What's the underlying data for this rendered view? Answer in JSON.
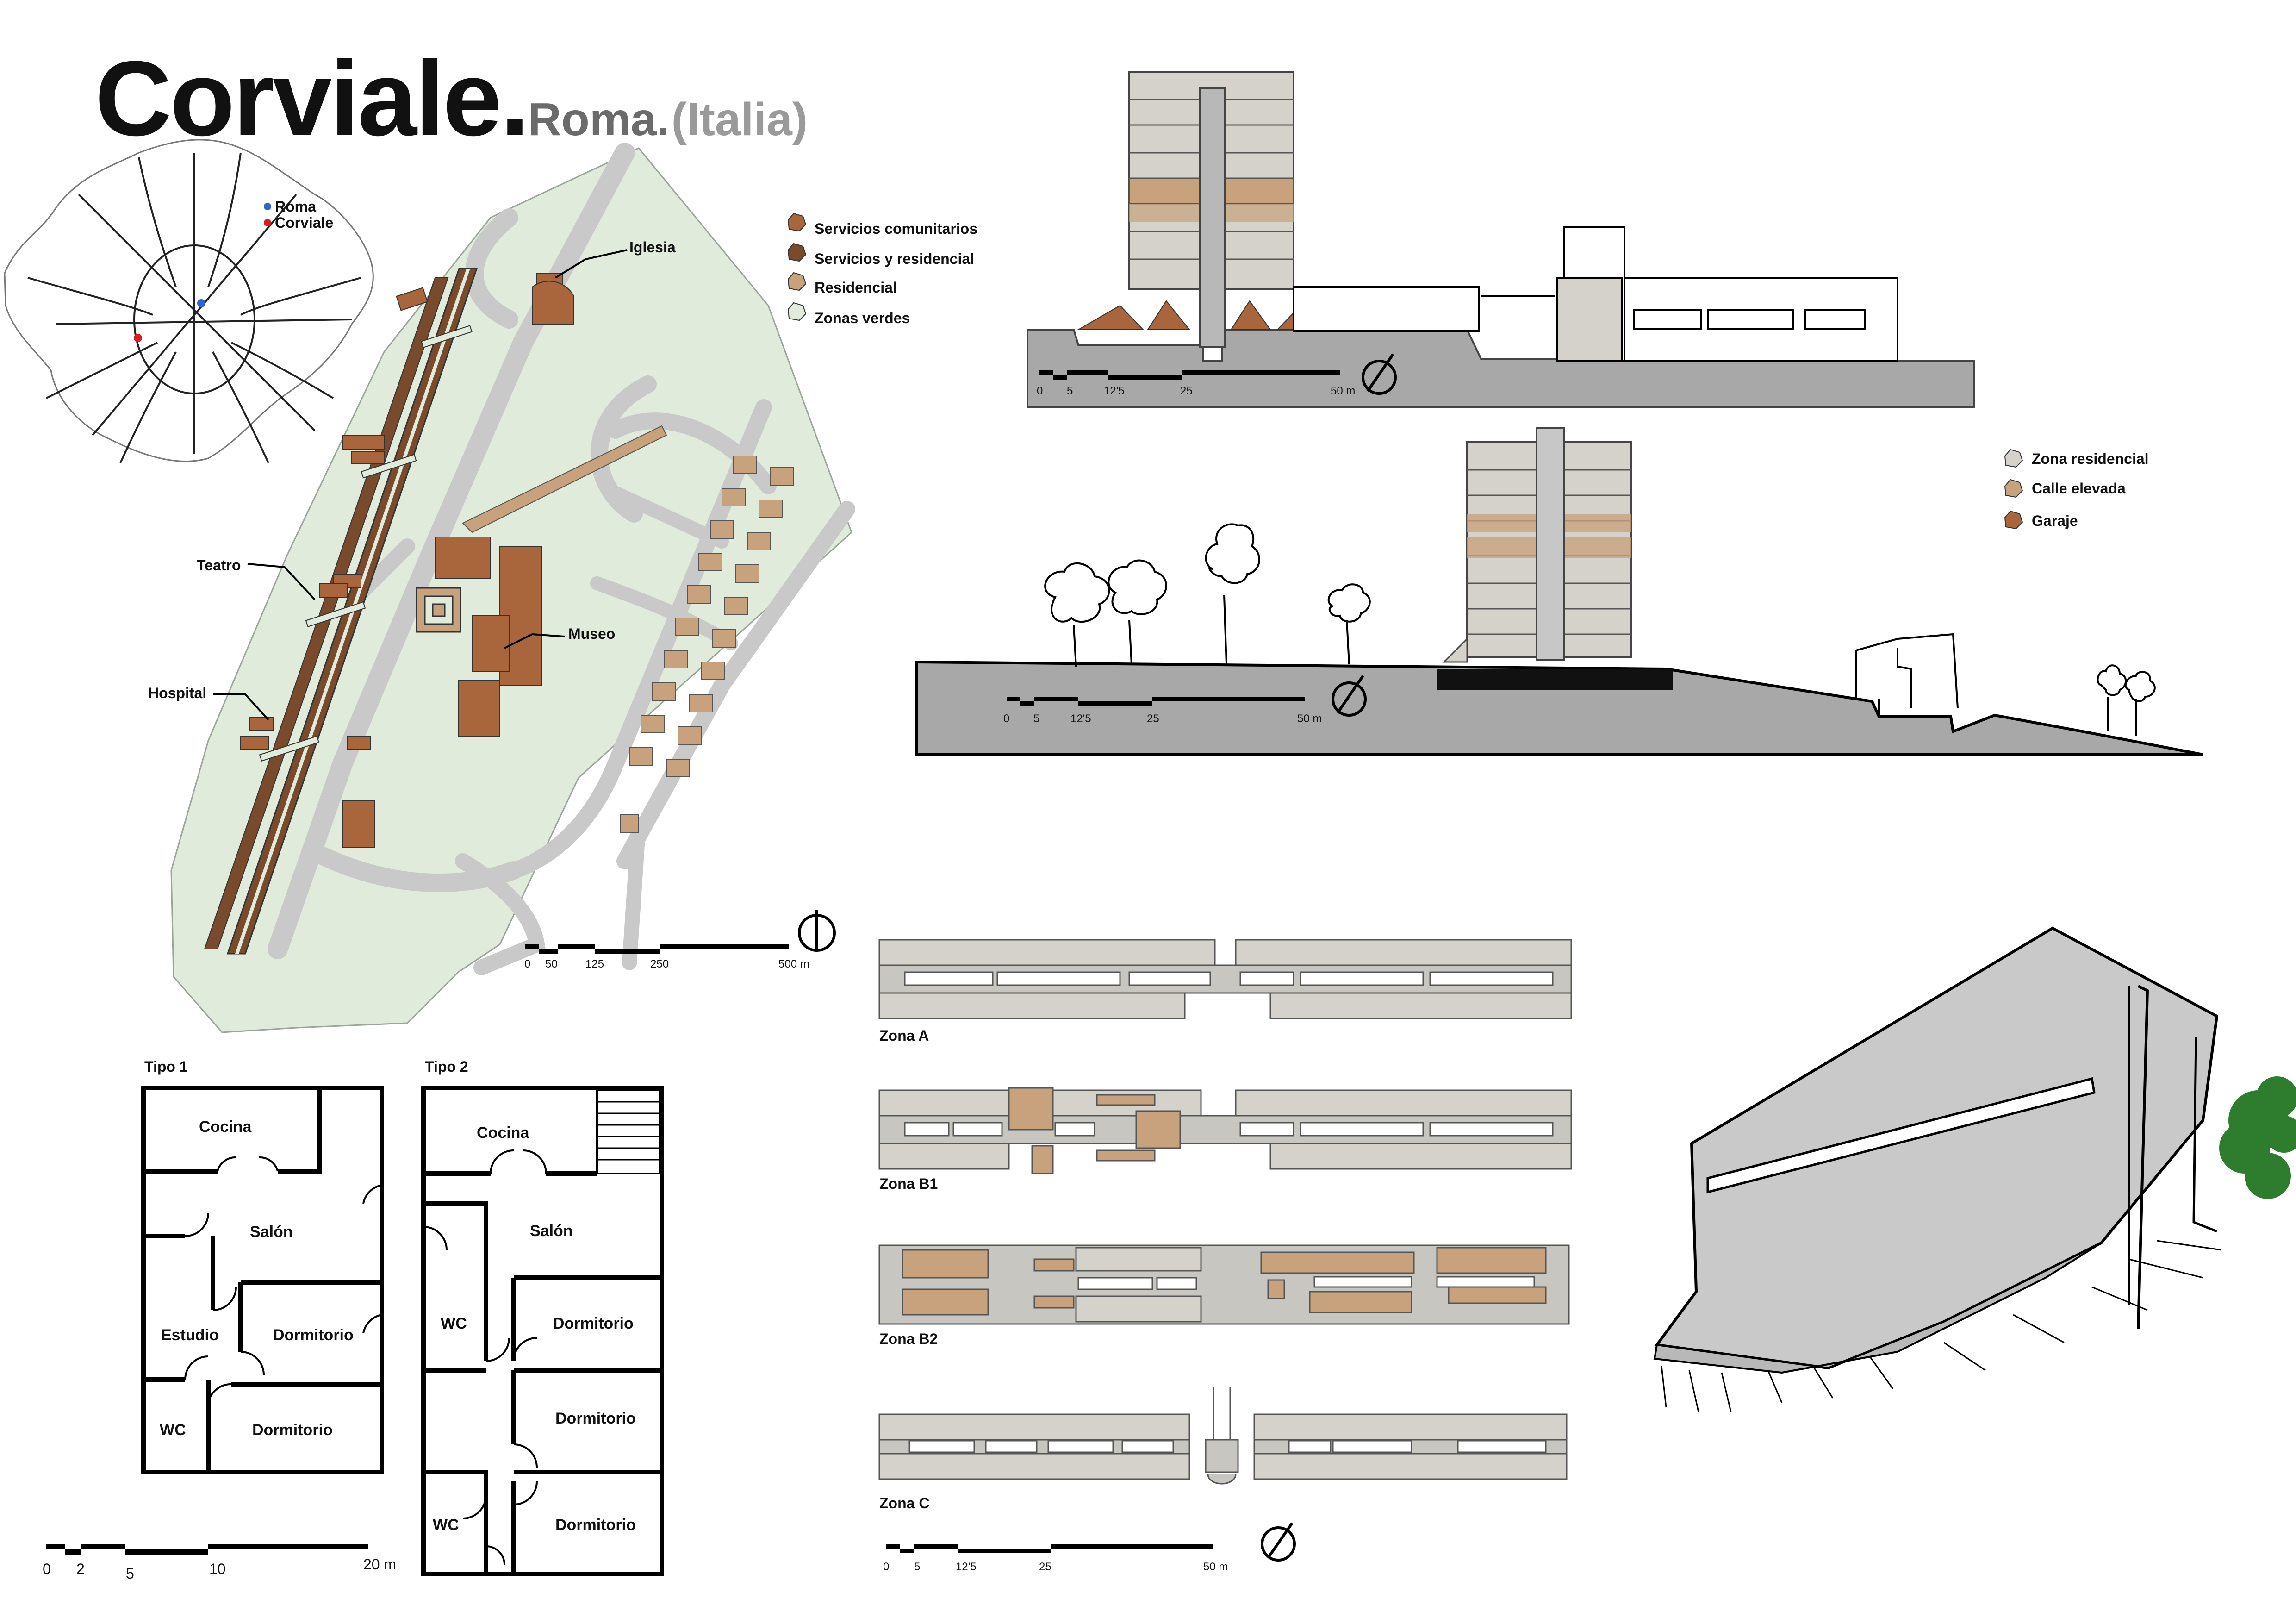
{
  "title": {
    "main": "Corviale.",
    "city": "Roma.",
    "country": "(Italia)"
  },
  "colors": {
    "community": "#a9663c",
    "service_residential": "#7a4a2c",
    "residential": "#c8a27c",
    "green": "#e0ebdc",
    "road": "#c9c9c9",
    "ground": "#a8a8a8",
    "building_grey": "#d4d2cb",
    "map_red_dot": "#d81e1e",
    "map_blue_dot": "#2f62d6",
    "tree_green": "#2e7d2e"
  },
  "locator_map": {
    "legend": [
      "Roma",
      "Corviale"
    ]
  },
  "site_plan": {
    "legend": [
      "Servicios comunitarios",
      "Servicios y residencial",
      "Residencial",
      "Zonas verdes"
    ],
    "labels": {
      "iglesia": "Iglesia",
      "teatro": "Teatro",
      "museo": "Museo",
      "hospital": "Hospital"
    },
    "scale": [
      "0",
      "50",
      "125",
      "250",
      "500 m"
    ]
  },
  "section_a": {
    "scale": [
      "0",
      "5",
      "12'5",
      "25",
      "50 m"
    ]
  },
  "section_b": {
    "legend": [
      "Zona residencial",
      "Calle elevada",
      "Garaje"
    ],
    "scale": [
      "0",
      "5",
      "12'5",
      "25",
      "50 m"
    ]
  },
  "zones": {
    "labels": [
      "Zona A",
      "Zona B1",
      "Zona B2",
      "Zona C"
    ],
    "scale": [
      "0",
      "5",
      "12'5",
      "25",
      "50 m"
    ]
  },
  "plans": {
    "tipo1": {
      "title": "Tipo 1",
      "rooms": {
        "cocina": "Cocina",
        "salon": "Salón",
        "estudio": "Estudio",
        "dormitorio1": "Dormitorio",
        "wc": "WC",
        "dormitorio2": "Dormitorio"
      }
    },
    "tipo2": {
      "title": "Tipo 2",
      "rooms": {
        "cocina": "Cocina",
        "salon": "Salón",
        "wc1": "WC",
        "dormitorio1": "Dormitorio",
        "dormitorio2": "Dormitorio",
        "wc2": "WC",
        "dormitorio3": "Dormitorio"
      }
    },
    "scale": [
      "0",
      "2",
      "5",
      "10",
      "20 m"
    ]
  }
}
